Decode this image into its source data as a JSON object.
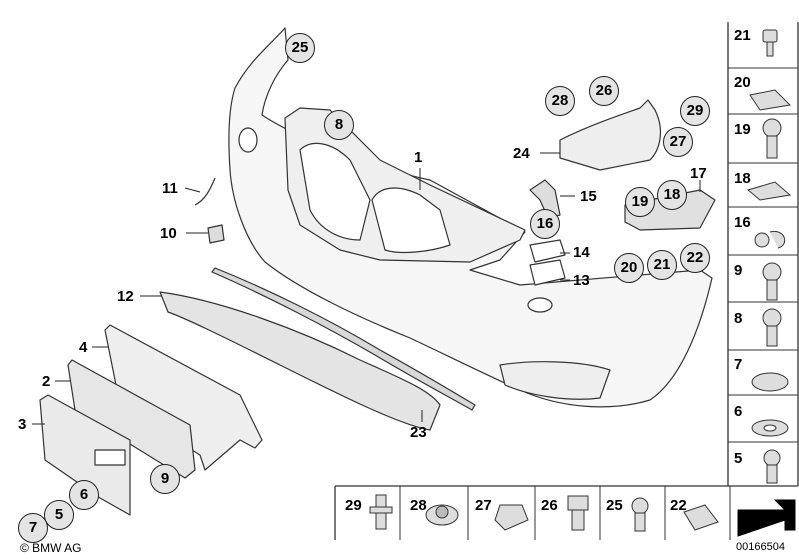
{
  "callouts": {
    "c25": "25",
    "c8": "8",
    "c28": "28",
    "c26": "26",
    "c29": "29",
    "c27": "27",
    "c16": "16",
    "c19": "19",
    "c18": "18",
    "c20": "20",
    "c21": "21",
    "c22": "22",
    "c9": "9",
    "c6": "6",
    "c5": "5",
    "c7": "7"
  },
  "labels": {
    "l1": "1",
    "l24": "24",
    "l11": "11",
    "l10": "10",
    "l15": "15",
    "l17": "17",
    "l14": "14",
    "l13": "13",
    "l12": "12",
    "l4": "4",
    "l2": "2",
    "l3": "3",
    "l23": "23"
  },
  "side_parts": [
    "21",
    "20",
    "19",
    "18",
    "16",
    "9",
    "8",
    "7",
    "6",
    "5"
  ],
  "bottom_parts": [
    "29",
    "28",
    "27",
    "26",
    "25",
    "22"
  ],
  "footer": {
    "copyright": "© BMW AG",
    "diagram_id": "00166504"
  }
}
